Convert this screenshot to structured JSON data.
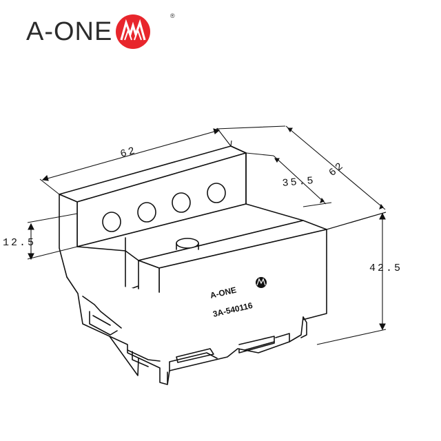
{
  "logo": {
    "text": "A-ONE",
    "registered": "®",
    "brand_color": "#e8262c"
  },
  "part": {
    "brand": "A-ONE",
    "code": "3A-540116"
  },
  "dimensions": {
    "length": "62",
    "width": "62",
    "slot_depth": "35.5",
    "slot_height": "12.5",
    "height": "42.5"
  },
  "hole_count": 4
}
